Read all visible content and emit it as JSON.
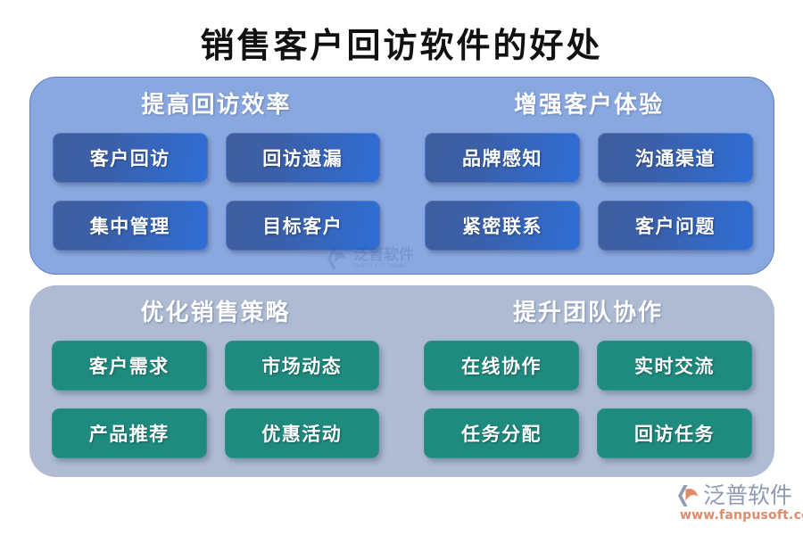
{
  "page": {
    "title": "销售客户回访软件的好处",
    "background_color": "#ffffff"
  },
  "colors": {
    "title_text": "#111111",
    "panel_blue_bg": "#8aa8e0",
    "panel_blue_border": "#5f7fc4",
    "panel_gray_bg": "#aebbd2",
    "card_blue_start": "#3f5e9e",
    "card_blue_end": "#2f6ed6",
    "card_green": "#1e8b7e",
    "heading_text": "#ffffff",
    "card_text": "#ffffff",
    "brand_name": "#8e9bb3",
    "brand_url": "#e08a6a"
  },
  "panels": [
    {
      "id": "panel-blue",
      "style": "blue",
      "sections": [
        {
          "id": "improve-visit-efficiency",
          "heading": "提高回访效率",
          "cards": [
            {
              "id": "customer-visit",
              "label": "客户回访"
            },
            {
              "id": "visit-omission",
              "label": "回访遗漏"
            },
            {
              "id": "central-manage",
              "label": "集中管理"
            },
            {
              "id": "target-customer",
              "label": "目标客户"
            }
          ]
        },
        {
          "id": "enhance-customer-experience",
          "heading": "增强客户体验",
          "cards": [
            {
              "id": "brand-perception",
              "label": "品牌感知"
            },
            {
              "id": "communication-channel",
              "label": "沟通渠道"
            },
            {
              "id": "close-contact",
              "label": "紧密联系"
            },
            {
              "id": "customer-issue",
              "label": "客户问题"
            }
          ]
        }
      ]
    },
    {
      "id": "panel-gray",
      "style": "gray",
      "sections": [
        {
          "id": "optimize-sales-strategy",
          "heading": "优化销售策略",
          "cards": [
            {
              "id": "customer-demand",
              "label": "客户需求"
            },
            {
              "id": "market-dynamics",
              "label": "市场动态"
            },
            {
              "id": "product-recommend",
              "label": "产品推荐"
            },
            {
              "id": "promotion-activity",
              "label": "优惠活动"
            }
          ]
        },
        {
          "id": "improve-team-collaboration",
          "heading": "提升团队协作",
          "cards": [
            {
              "id": "online-collaboration",
              "label": "在线协作"
            },
            {
              "id": "realtime-communication",
              "label": "实时交流"
            },
            {
              "id": "task-assignment",
              "label": "任务分配"
            },
            {
              "id": "visit-task",
              "label": "回访任务"
            }
          ]
        }
      ]
    }
  ],
  "watermark": {
    "name": "泛普软件",
    "sub": "FANPU SOFTWARE"
  },
  "brand": {
    "icon": "fanpu-logo-icon",
    "name": "泛普软件",
    "url": "www.fanpusoft.com"
  }
}
